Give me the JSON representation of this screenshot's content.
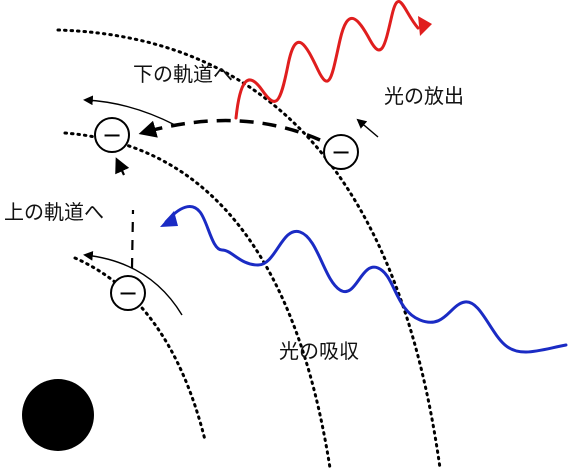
{
  "labels": {
    "to_lower_orbit": "下の軌道へ",
    "to_upper_orbit": "上の軌道へ",
    "light_emission": "光の放出",
    "light_absorption": "光の吸収"
  },
  "electron_symbol": "−",
  "colors": {
    "emitted_light": "#e01e1e",
    "absorbed_light": "#1a2bc4",
    "ink": "#000000"
  },
  "icons": [
    "nucleus",
    "electron",
    "orbit",
    "wave-arrow",
    "motion-arrow"
  ]
}
